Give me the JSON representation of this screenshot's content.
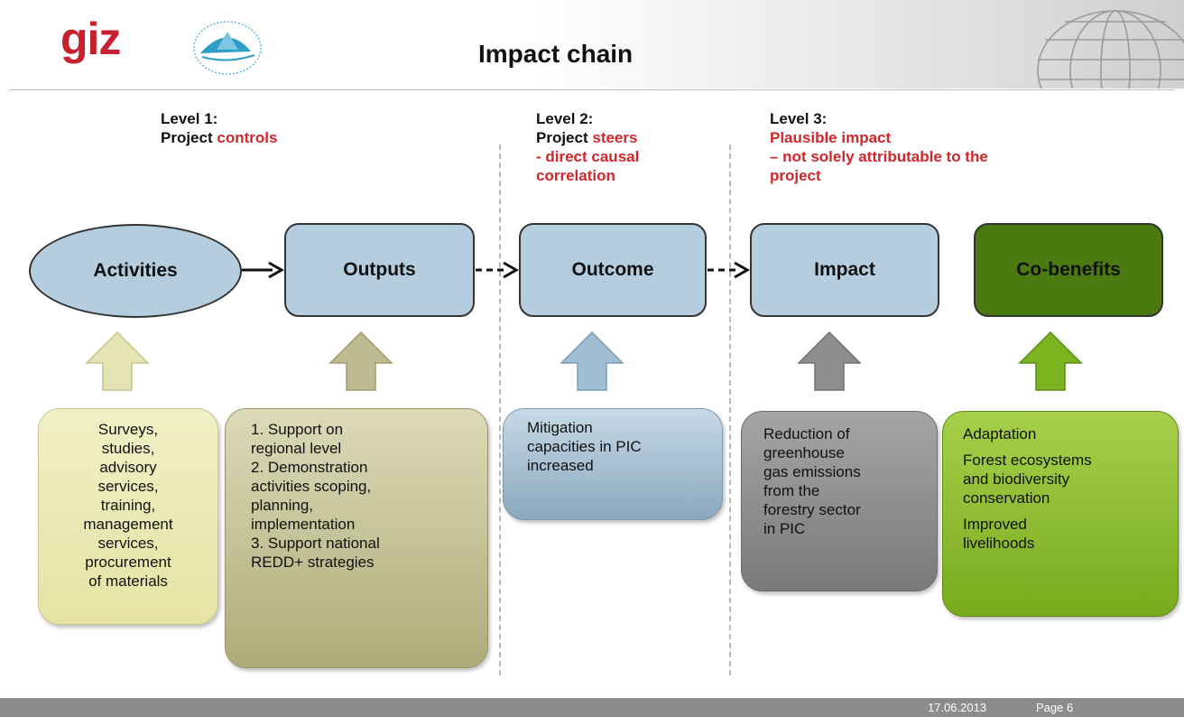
{
  "header": {
    "logo_text": "giz",
    "title": "Impact chain"
  },
  "levels": {
    "level1": {
      "label": "Level 1:",
      "prefix": "Project ",
      "highlight": "controls"
    },
    "level2": {
      "label": "Level 2:",
      "prefix": "Project ",
      "highlight": "steers",
      "lines": [
        "- direct causal",
        "correlation"
      ]
    },
    "level3": {
      "label": "Level 3:",
      "lines": [
        "Plausible impact",
        "– not solely attributable to the",
        "project"
      ]
    }
  },
  "nodes": {
    "activities": "Activities",
    "outputs": "Outputs",
    "outcome": "Outcome",
    "impact": "Impact",
    "cobenefits": "Co-benefits"
  },
  "boxes": {
    "activities": [
      "Surveys,",
      "studies,",
      "advisory",
      "services,",
      "training,",
      "management",
      "services,",
      "procurement",
      "of materials"
    ],
    "outputs": [
      "1. Support on",
      "regional level",
      "2. Demonstration",
      "activities scoping,",
      "planning,",
      "implementation",
      "3. Support national",
      "REDD+ strategies"
    ],
    "outcome": [
      "Mitigation",
      "capacities in PIC",
      "increased"
    ],
    "impact": [
      "Reduction of",
      "greenhouse",
      "gas emissions",
      "from the",
      "forestry sector",
      "in PIC"
    ],
    "cobenefits": {
      "adaptation": "Adaptation",
      "forest": [
        "Forest ecosystems",
        "and biodiversity",
        "conservation"
      ],
      "livelihoods": [
        "Improved",
        "livelihoods"
      ]
    }
  },
  "footer": {
    "date": "17.06.2013",
    "page": "Page 6"
  },
  "colors": {
    "accent_red": "#d0262c",
    "node_blue": "#b5cedf",
    "node_green": "#4a7a10",
    "arrow_activities": "#e4e3b3",
    "arrow_outputs": "#bdbb8f",
    "arrow_outcome": "#9fbdd3",
    "arrow_impact": "#8e8e8e",
    "arrow_cobenefits": "#7ab41e"
  }
}
